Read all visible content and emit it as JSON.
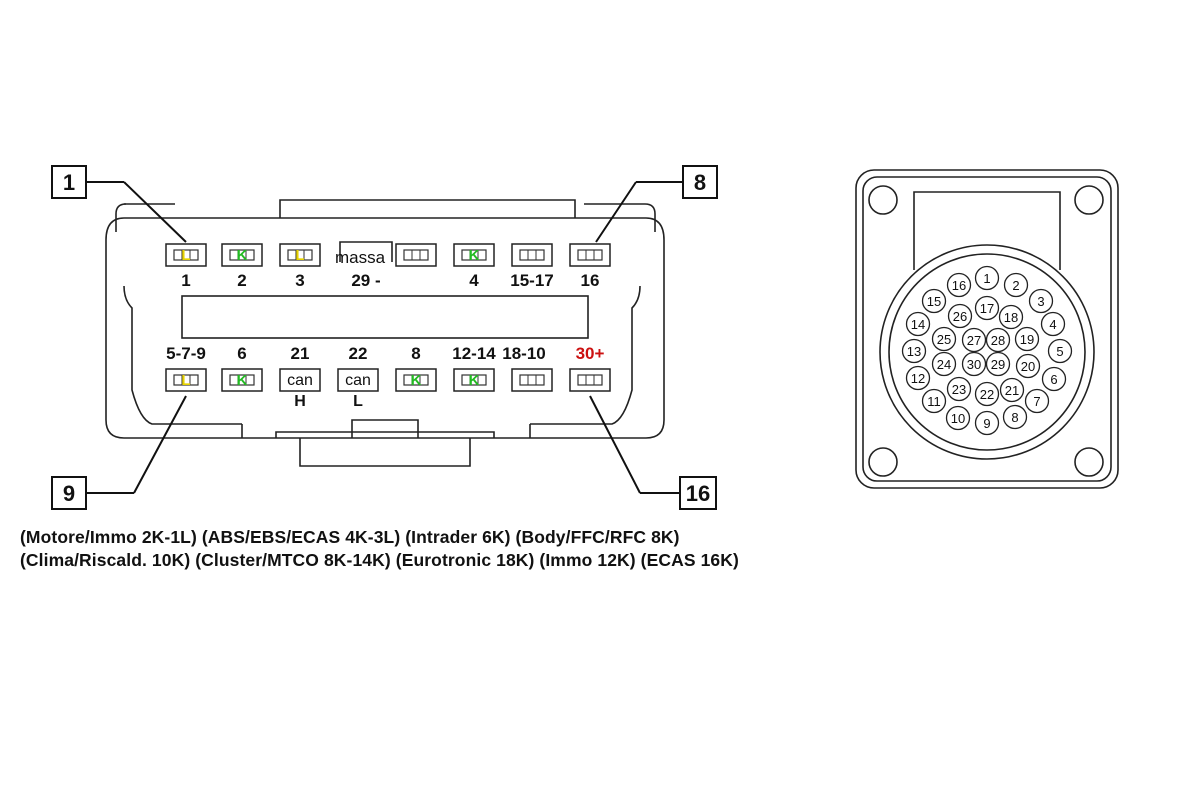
{
  "callouts": {
    "top_left": "1",
    "top_right": "8",
    "bottom_left": "9",
    "bottom_right": "16"
  },
  "pins_top": [
    {
      "label": "1",
      "mark": "L",
      "mark_color": "#e6d200"
    },
    {
      "label": "2",
      "mark": "K",
      "mark_color": "#22bb22"
    },
    {
      "label": "3",
      "mark": "L",
      "mark_color": "#e6d200"
    },
    {
      "label": "29 -",
      "mark": "",
      "mark_color": ""
    },
    {
      "label": "",
      "mark": "",
      "mark_color": ""
    },
    {
      "label": "4",
      "mark": "K",
      "mark_color": "#22bb22"
    },
    {
      "label": "15-17",
      "mark": "",
      "mark_color": ""
    },
    {
      "label": "16",
      "mark": "",
      "mark_color": ""
    }
  ],
  "massa_label": "massa",
  "pins_bottom": [
    {
      "label": "5-7-9",
      "mark": "L",
      "mark_color": "#e6d200",
      "inner": "",
      "sub": ""
    },
    {
      "label": "6",
      "mark": "K",
      "mark_color": "#22bb22",
      "inner": "",
      "sub": ""
    },
    {
      "label": "21",
      "mark": "",
      "mark_color": "",
      "inner": "can",
      "sub": "H"
    },
    {
      "label": "22",
      "mark": "",
      "mark_color": "",
      "inner": "can",
      "sub": "L"
    },
    {
      "label": "8",
      "mark": "K",
      "mark_color": "#22bb22",
      "inner": "",
      "sub": ""
    },
    {
      "label": "12-14",
      "mark": "K",
      "mark_color": "#22bb22",
      "inner": "",
      "sub": ""
    },
    {
      "label": "18-10",
      "mark": "",
      "mark_color": "",
      "inner": "",
      "sub": ""
    },
    {
      "label": "30+",
      "mark": "",
      "mark_color": "",
      "inner": "",
      "sub": "",
      "label_color": "#cc1111"
    }
  ],
  "round_connector_pins": [
    "1",
    "2",
    "3",
    "4",
    "5",
    "6",
    "7",
    "8",
    "9",
    "10",
    "11",
    "12",
    "13",
    "14",
    "15",
    "16",
    "17",
    "18",
    "19",
    "20",
    "21",
    "22",
    "23",
    "24",
    "25",
    "26",
    "27",
    "28",
    "29",
    "30"
  ],
  "description": {
    "line1": "(Motore/Immo 2K-1L)  (ABS/EBS/ECAS 4K-3L) (Intrader 6K) (Body/FFC/RFC 8K)",
    "line2": "(Clima/Riscald. 10K) (Cluster/MTCO 8K-14K) (Eurotronic 18K) (Immo 12K) (ECAS 16K)"
  }
}
